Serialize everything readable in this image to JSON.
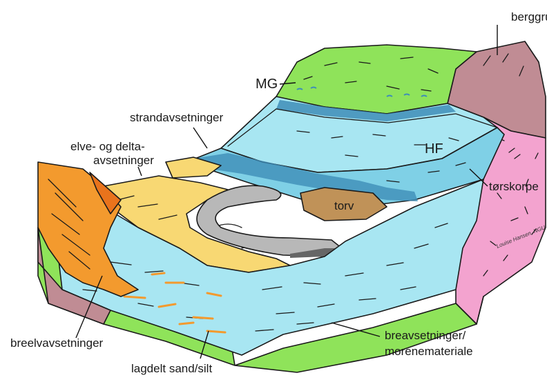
{
  "labels": {
    "berggrunn": "berggrunn",
    "mg": "MG",
    "strandavsetninger": "strandavsetninger",
    "elve_line1": "elve- og delta-",
    "elve_line2": "avsetninger",
    "hf": "HF",
    "torv": "torv",
    "torskorpe": "tørskorpe",
    "breelvavsetninger": "breelvavsetninger",
    "lagdelt": "lagdelt sand/silt",
    "brea_line1": "breavsetninger/",
    "brea_line2": "morenemateriale",
    "credit": "Louise Hansen, NGU"
  },
  "colors": {
    "bedrock_mauve": "#c08c94",
    "bedrock_pink": "#f3a3cf",
    "moraine_green": "#8fe35a",
    "clay_light_blue": "#a8e6f2",
    "clay_mid_blue": "#7fd0e6",
    "clay_dark_band": "#3f8db8",
    "river_delta_yellow": "#f8d873",
    "glaciofluvial_orange": "#f39a2e",
    "glaciofluvial_dark_orange": "#e9731c",
    "peat_brown": "#c09258",
    "channel_grey": "#b8b8b8"
  }
}
